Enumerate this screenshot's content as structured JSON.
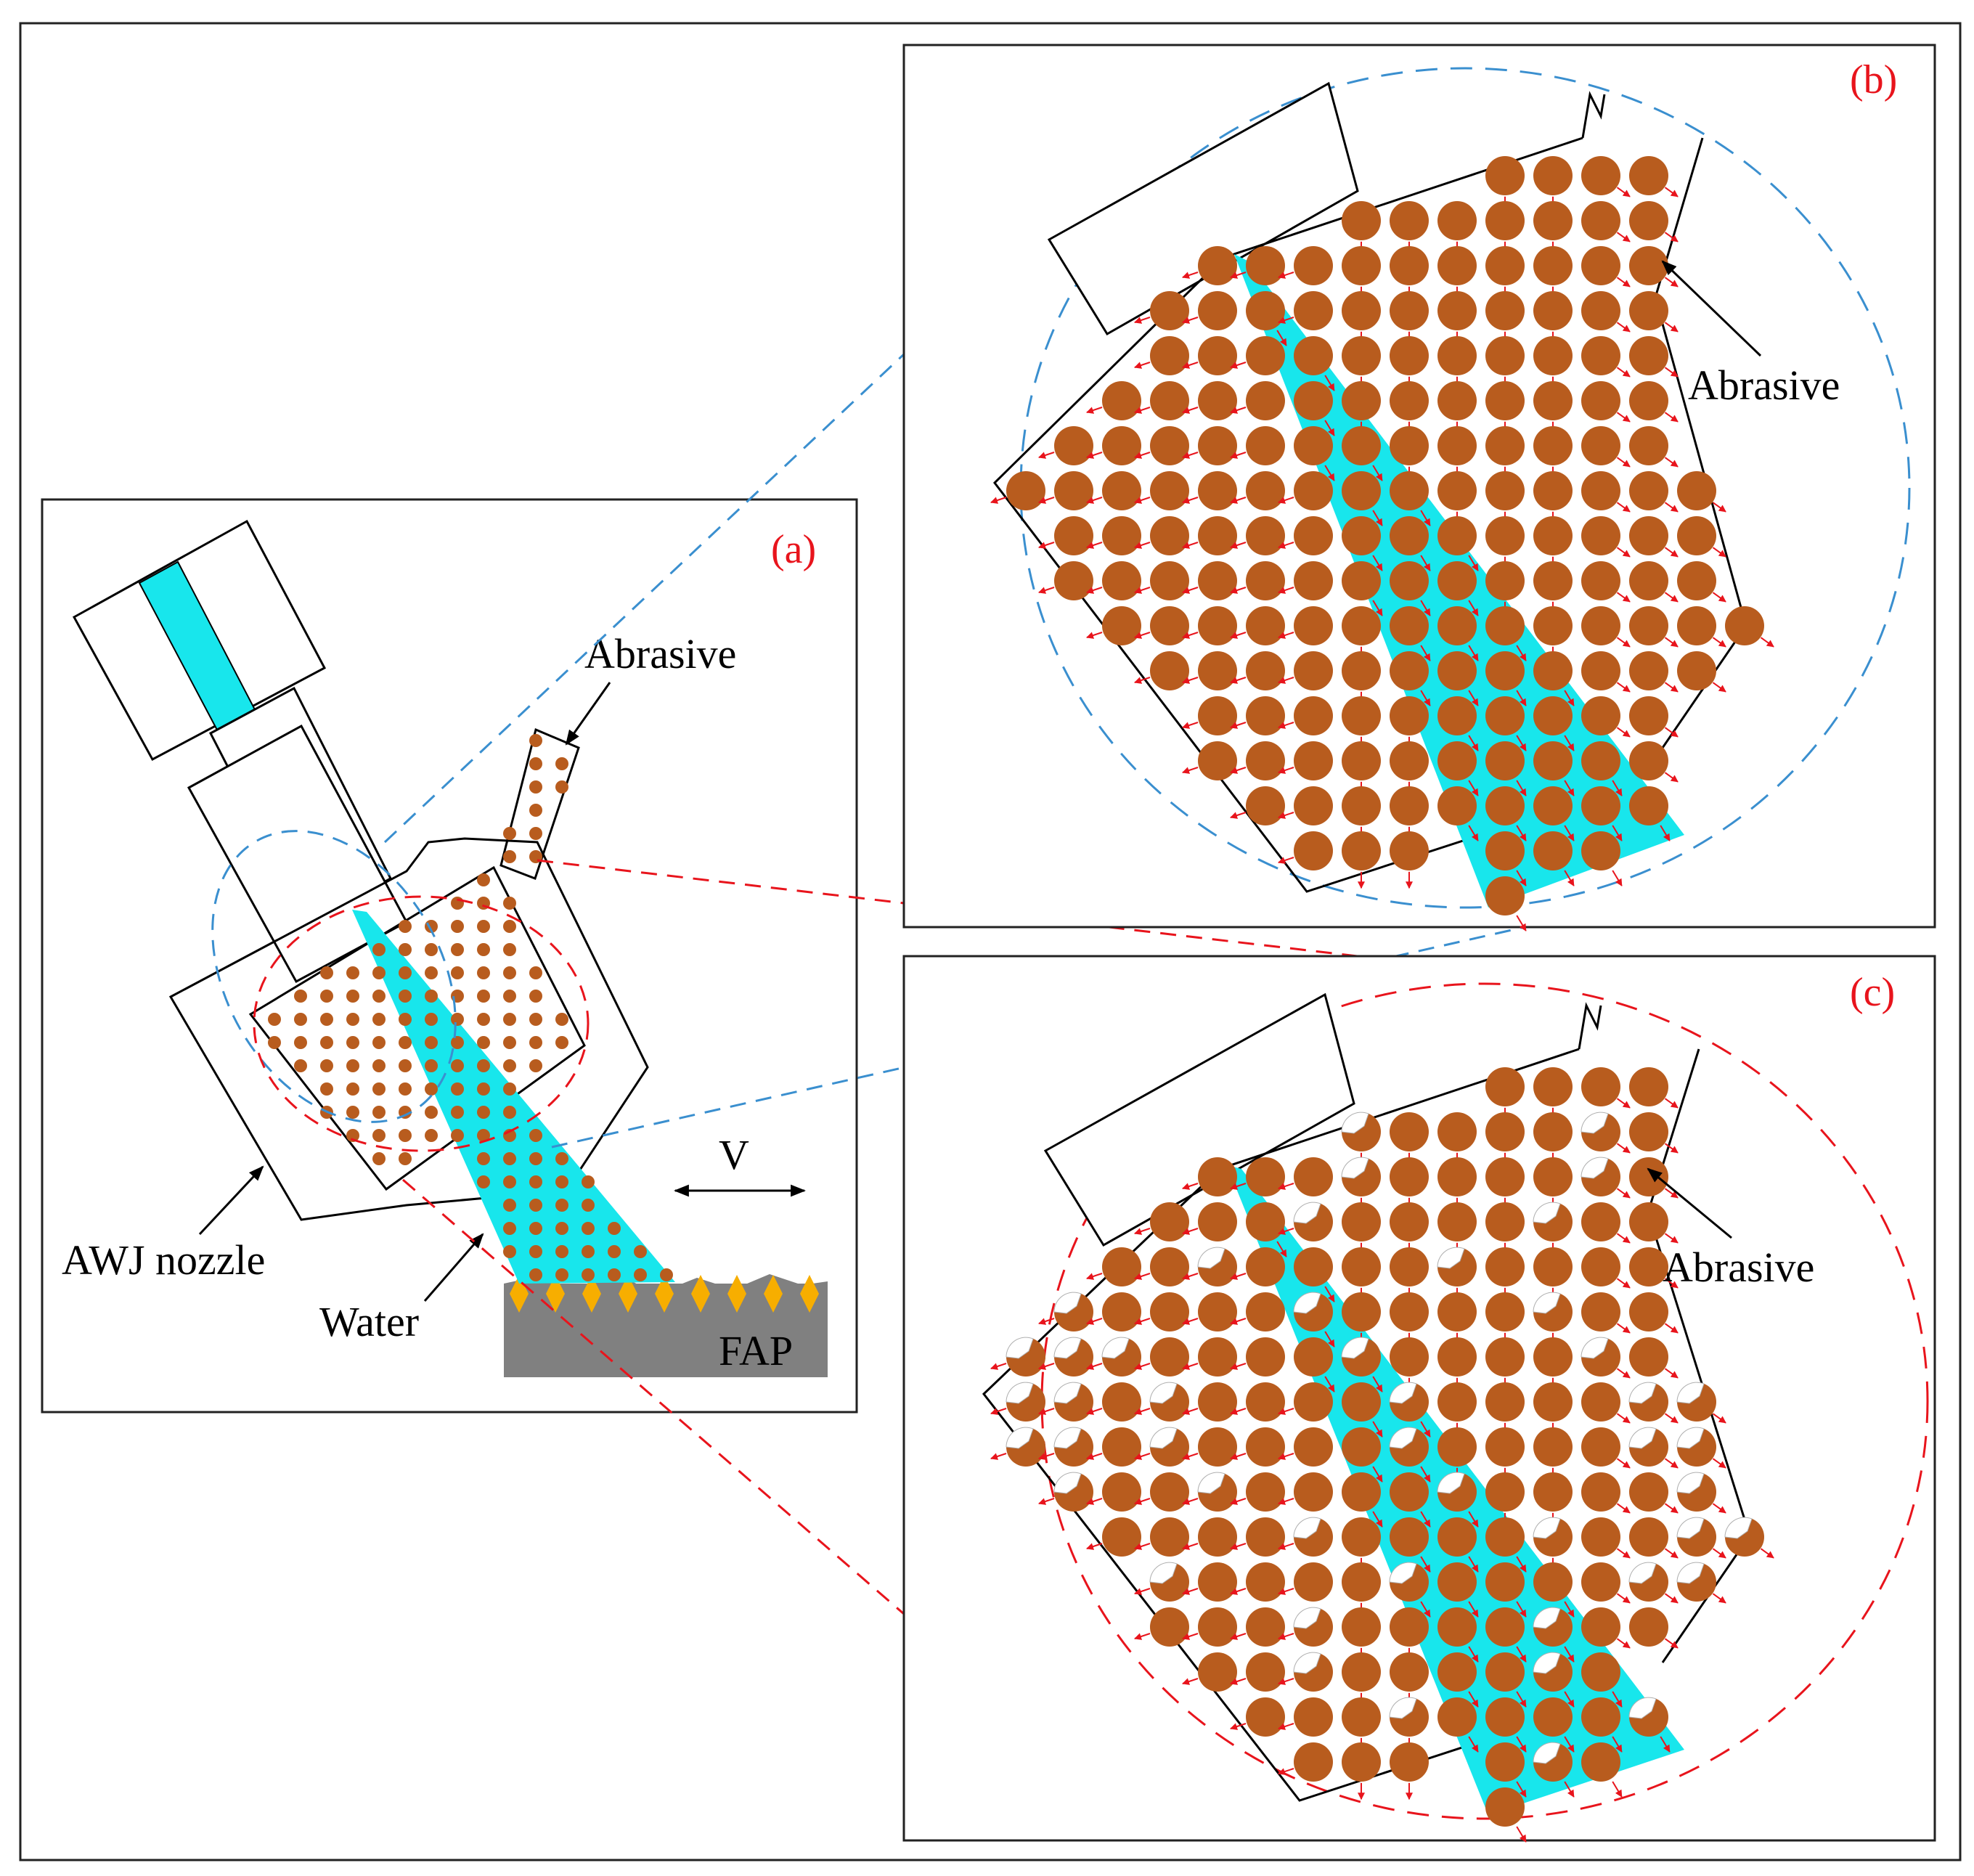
{
  "panels": {
    "a": {
      "label": "(a)"
    },
    "b": {
      "label": "(b)"
    },
    "c": {
      "label": "(c)"
    }
  },
  "callouts": {
    "abrasive_a": "Abrasive",
    "abrasive_b": "Abrasive",
    "abrasive_c": "Abrasive",
    "awj_nozzle": "AWJ nozzle",
    "water": "Water",
    "feed_velocity": "V",
    "workpiece": "FAP"
  },
  "colors": {
    "water_jet": "#18e6ec",
    "abrasive_particle": "#b85c1e",
    "flow_arrow": "#e8141c",
    "workpiece": "#808080",
    "fiber_diamond": "#f7ae00",
    "zoom_b_outline": "#3a8fcf",
    "zoom_c_outline": "#e8141c",
    "panel_label": "#e8141c",
    "outline": "#000000"
  }
}
